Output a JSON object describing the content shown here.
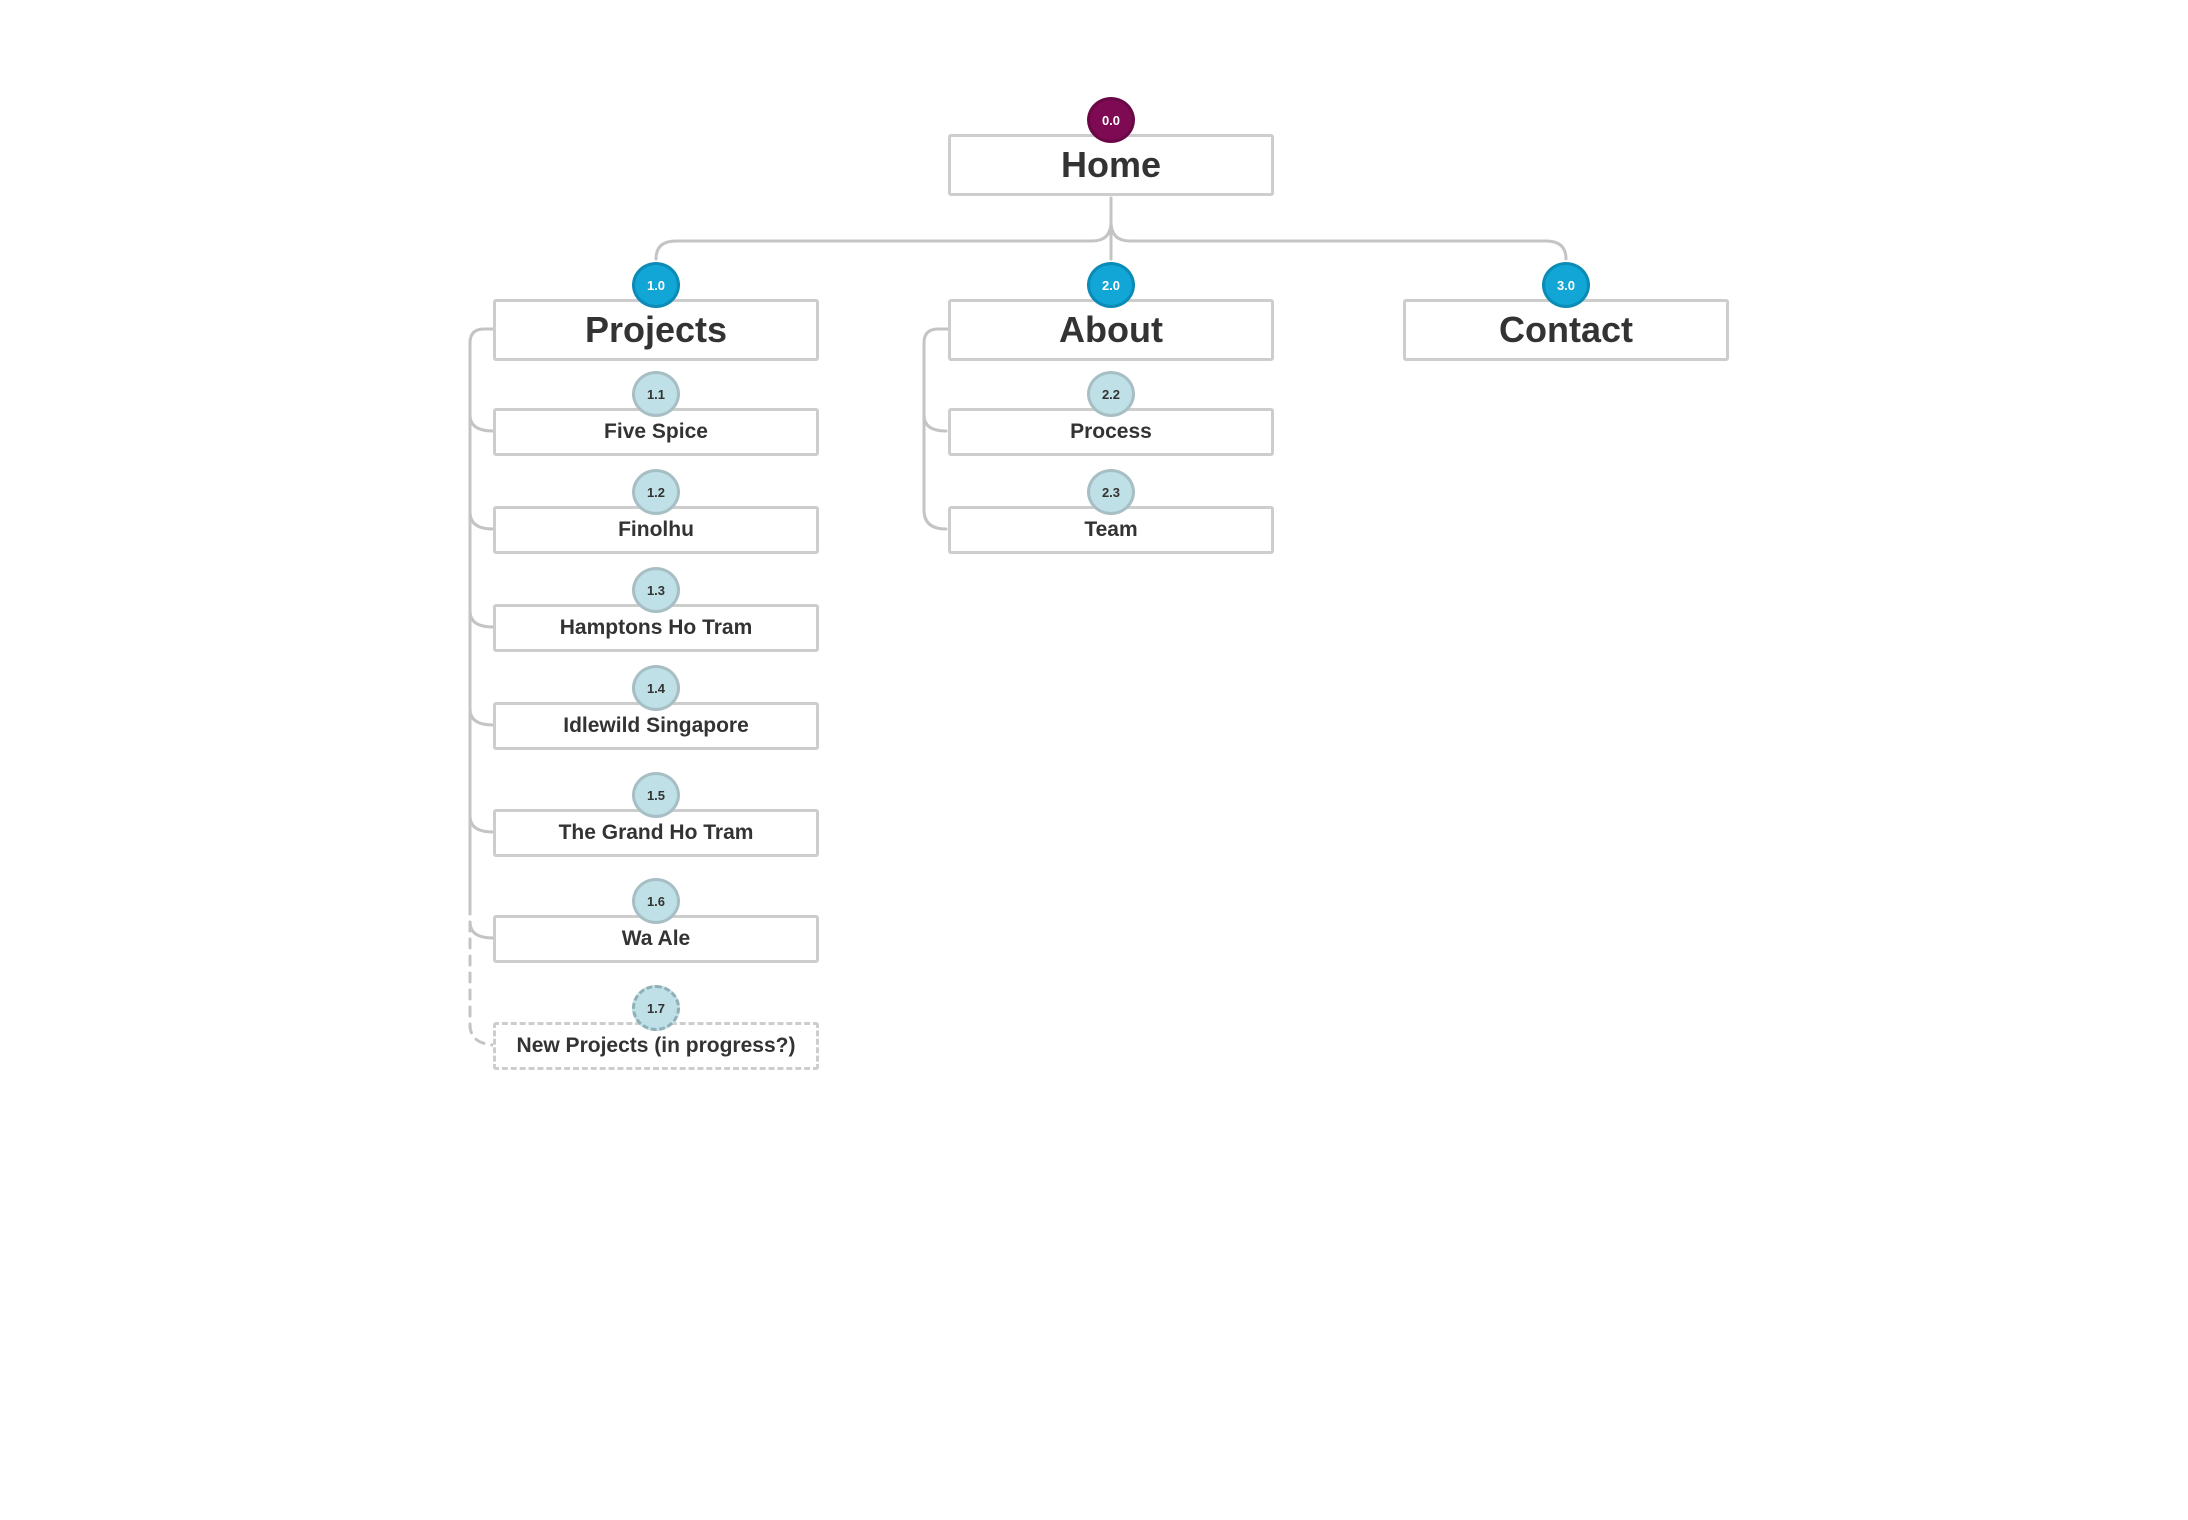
{
  "colors": {
    "root_badge": "#7d0a52",
    "section_badge": "#11a6d6",
    "page_badge": "#bfe0e6",
    "node_border": "#cdcdcd",
    "connector": "#c4c4c4",
    "text": "#333333"
  },
  "home": {
    "badge": "0.0",
    "label": "Home"
  },
  "projects": {
    "badge": "1.0",
    "label": "Projects",
    "children": [
      {
        "badge": "1.1",
        "label": "Five Spice"
      },
      {
        "badge": "1.2",
        "label": "Finolhu"
      },
      {
        "badge": "1.3",
        "label": "Hamptons Ho Tram"
      },
      {
        "badge": "1.4",
        "label": "Idlewild Singapore"
      },
      {
        "badge": "1.5",
        "label": "The Grand Ho Tram"
      },
      {
        "badge": "1.6",
        "label": "Wa Ale"
      },
      {
        "badge": "1.7",
        "label": "New Projects (in progress?)",
        "status": "dashed"
      }
    ]
  },
  "about": {
    "badge": "2.0",
    "label": "About",
    "children": [
      {
        "badge": "2.2",
        "label": "Process"
      },
      {
        "badge": "2.3",
        "label": "Team"
      }
    ]
  },
  "contact": {
    "badge": "3.0",
    "label": "Contact"
  }
}
